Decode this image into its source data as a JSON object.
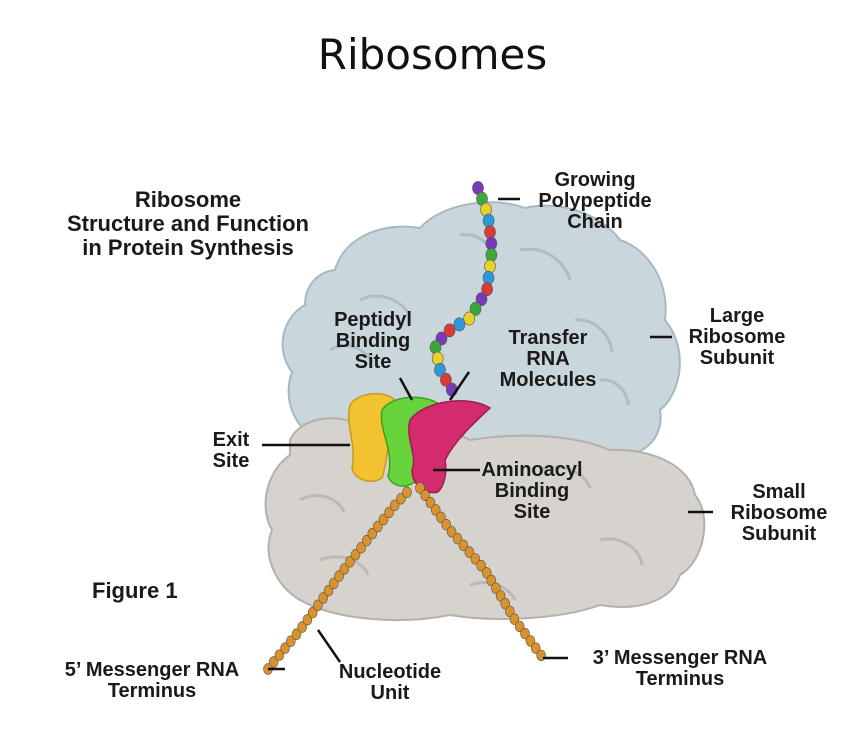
{
  "title": "Ribosomes",
  "figure": {
    "heading": [
      "Ribosome",
      "Structure and Function",
      "in Protein Synthesis"
    ],
    "figure_label": "Figure 1",
    "labels": {
      "growing_polypeptide_chain": [
        "Growing",
        "Polypeptide",
        "Chain"
      ],
      "large_ribosome_subunit": [
        "Large",
        "Ribosome",
        "Subunit"
      ],
      "small_ribosome_subunit": [
        "Small",
        "Ribosome",
        "Subunit"
      ],
      "peptidyl_binding_site": [
        "Peptidyl",
        "Binding",
        "Site"
      ],
      "transfer_rna_molecules": [
        "Transfer",
        "RNA",
        "Molecules"
      ],
      "exit_site": [
        "Exit",
        "Site"
      ],
      "aminoacyl_binding_site": [
        "Aminoacyl",
        "Binding",
        "Site"
      ],
      "five_prime_mrna_terminus": [
        "5’ Messenger RNA",
        "Terminus"
      ],
      "three_prime_mrna_terminus": [
        "3’ Messenger RNA",
        "Terminus"
      ],
      "nucleotide_unit": [
        "Nucleotide",
        "Unit"
      ]
    },
    "colors": {
      "large_subunit": "#c9d6dc",
      "small_subunit": "#d6d2ce",
      "exit_trna": "#f2c230",
      "peptidyl_trna": "#66d43a",
      "aminoacyl_trna": "#d42a6e",
      "mrna_bead": "#d9922c",
      "polypeptide_beads": [
        "#7a3ab8",
        "#3aa83a",
        "#e8d02c",
        "#2c9ad8",
        "#d83a3a"
      ]
    }
  }
}
